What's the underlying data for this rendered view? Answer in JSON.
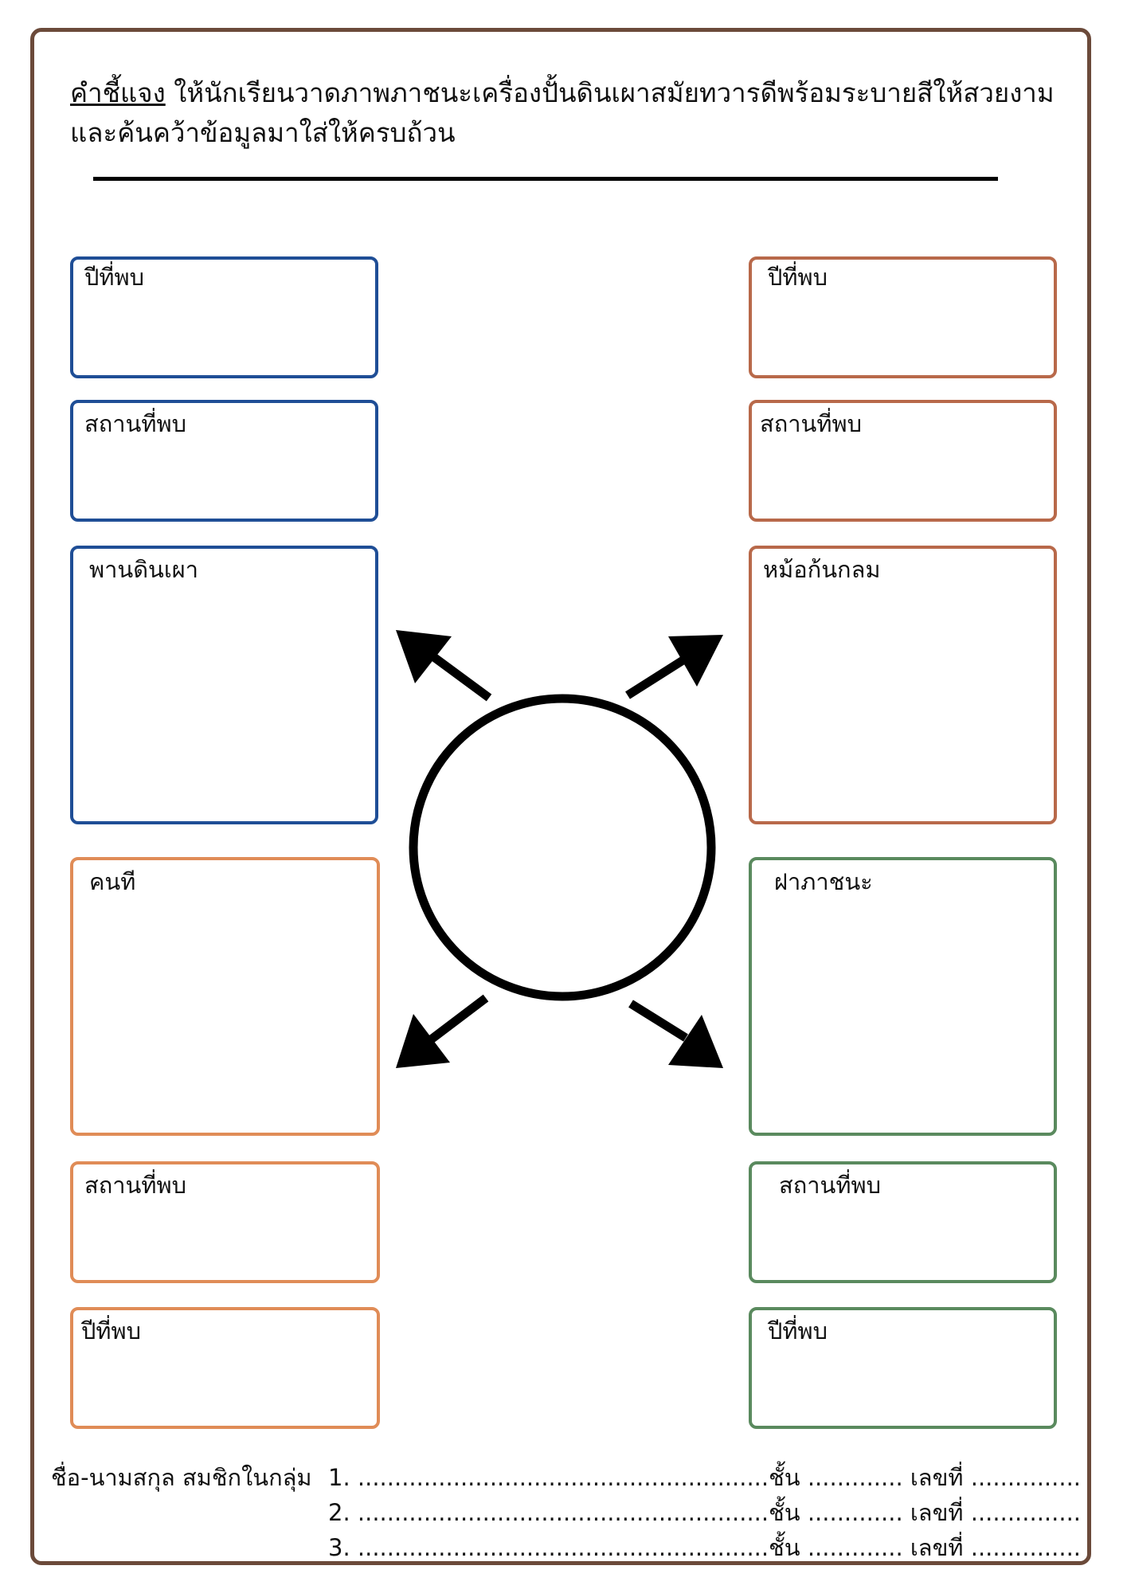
{
  "instructions": {
    "heading": "คำชี้แจง",
    "line1": " ให้นักเรียนวาดภาพภาชนะเครื่องปั้นดินเผาสมัยทวารดีพร้อมระบายสีให้สวยงาม",
    "line2": "และค้นคว้าข้อมูลมาใส่ให้ครบถ้วน"
  },
  "boxes": {
    "left_top_year": "ปีที่พบ",
    "left_top_place": "สถานที่พบ",
    "left_top_main": "พานดินเผา",
    "left_bottom_main": "คนที",
    "left_bottom_place": "สถานที่พบ",
    "left_bottom_year": "ปีที่พบ",
    "right_top_year": "ปีที่พบ",
    "right_top_place": "สถานที่พบ",
    "right_top_main": "หม้อก้นกลม",
    "right_bottom_main": "ฝาภาชนะ",
    "right_bottom_place": "สถานที่พบ",
    "right_bottom_year": "ปีที่พบ"
  },
  "colors": {
    "frame": "#6b4a3a",
    "blue": "#1f4e96",
    "brown": "#b8694a",
    "orange": "#e08c57",
    "green": "#5a8a5e"
  },
  "footer": {
    "label": "ชื่อ-นามสกุล สมชิกในกลุ่ม",
    "row1": "1. ........................................................ชั้น ............. เลขที่ ...............",
    "row2": "2. ........................................................ชั้น ............. เลขที่ ...............",
    "row3": "3. ........................................................ชั้น ............. เลขที่ ..............."
  }
}
